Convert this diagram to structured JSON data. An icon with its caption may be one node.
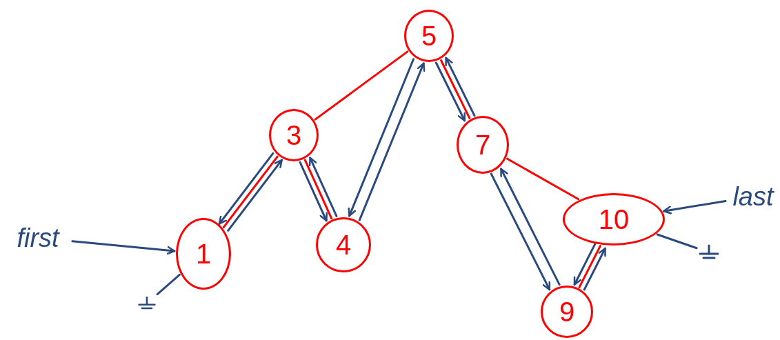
{
  "diagram": {
    "nodes": [
      {
        "text": [
          "5"
        ]
      },
      {
        "text": [
          "3"
        ]
      },
      {
        "text": [
          "7"
        ]
      },
      {
        "text": [
          "1"
        ]
      },
      {
        "text": [
          "4"
        ]
      },
      {
        "text": [
          "9"
        ]
      },
      {
        "text": [
          "10"
        ]
      },
      {
        "text": [
          "first"
        ]
      },
      {
        "text": [
          "last"
        ]
      },
      {
        "text": [],
        "shape": "ground"
      },
      {
        "text": [],
        "shape": "ground"
      }
    ],
    "edges": [
      {
        "from": 0,
        "to": 1,
        "arrow": "none",
        "color": "#ff0000"
      },
      {
        "from": 0,
        "to": 2,
        "arrow": "none",
        "color": "#ff0000"
      },
      {
        "from": 1,
        "to": 3,
        "arrow": "none",
        "color": "#ff0000"
      },
      {
        "from": 1,
        "to": 4,
        "arrow": "none",
        "color": "#ff0000"
      },
      {
        "from": 2,
        "to": 6,
        "arrow": "none",
        "color": "#ff0000"
      },
      {
        "from": 6,
        "to": 5,
        "arrow": "none",
        "color": "#ff0000"
      },
      {
        "from": 3,
        "to": 1,
        "arrow": "to"
      },
      {
        "from": 1,
        "to": 3,
        "arrow": "to"
      },
      {
        "from": 1,
        "to": 4,
        "arrow": "to"
      },
      {
        "from": 4,
        "to": 1,
        "arrow": "to"
      },
      {
        "from": 4,
        "to": 0,
        "arrow": "to"
      },
      {
        "from": 0,
        "to": 4,
        "arrow": "to"
      },
      {
        "from": 0,
        "to": 2,
        "arrow": "to"
      },
      {
        "from": 2,
        "to": 0,
        "arrow": "to"
      },
      {
        "from": 2,
        "to": 5,
        "arrow": "to"
      },
      {
        "from": 5,
        "to": 2,
        "arrow": "to"
      },
      {
        "from": 5,
        "to": 6,
        "arrow": "to"
      },
      {
        "from": 6,
        "to": 5,
        "arrow": "to"
      },
      {
        "from": 7,
        "to": 3,
        "arrow": "to"
      },
      {
        "from": 8,
        "to": 6,
        "arrow": "to"
      },
      {
        "from": 3,
        "to": 9,
        "arrow": "none"
      },
      {
        "from": 6,
        "to": 10,
        "arrow": "none"
      }
    ]
  }
}
